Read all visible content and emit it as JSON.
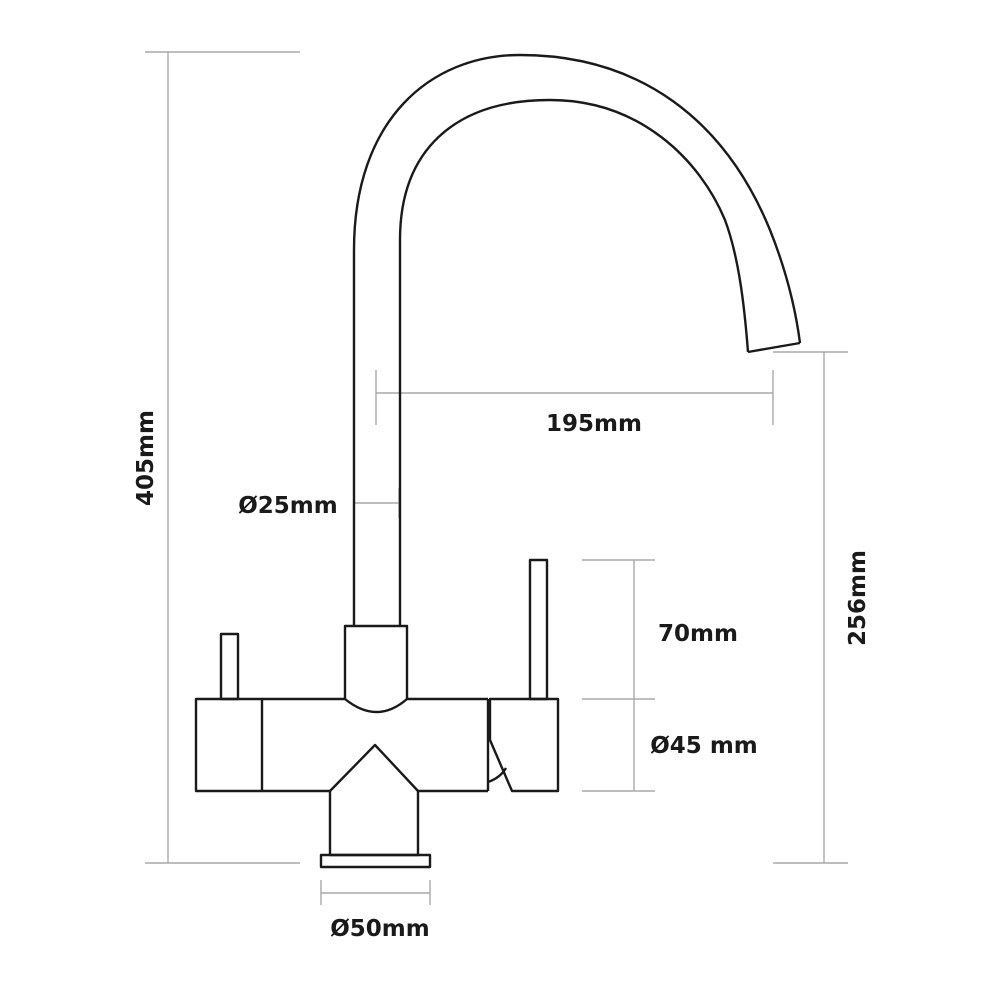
{
  "dimensions": {
    "total_height": "405mm",
    "spout_reach": "195mm",
    "spout_diameter": "Ø25mm",
    "lever_height": "70mm",
    "body_diameter": "Ø45 mm",
    "spout_outlet_height": "256mm",
    "base_diameter": "Ø50mm"
  },
  "colors": {
    "outline": "#1a1a1a",
    "dimension_line": "#a8a8a8",
    "background": "#ffffff"
  }
}
